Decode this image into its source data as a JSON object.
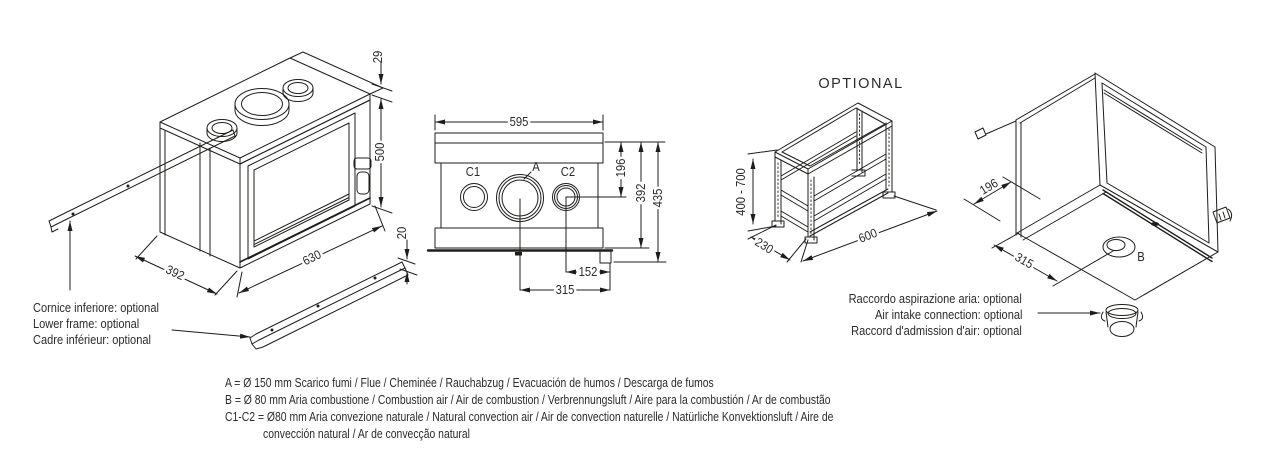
{
  "page": {
    "background": "#ffffff",
    "line_color": "#1d1d1b"
  },
  "left_view": {
    "dims": {
      "top_flange": "29",
      "height": "500",
      "width": "630",
      "depth": "392",
      "frame_height": "20"
    },
    "caption": [
      "Cornice inferiore: optional",
      "Lower frame: optional",
      "Cadre inférieur: optional"
    ]
  },
  "rear_view": {
    "dims": {
      "width": "595",
      "flue_offset": "196",
      "depth_total": "392",
      "height_total": "435",
      "c2_offset": "152",
      "flue_center": "315"
    },
    "port_labels": {
      "c1": "C1",
      "a": "A",
      "c2": "C2"
    }
  },
  "stand_view": {
    "title": "OPTIONAL",
    "dims": {
      "height_range": "400 - 700",
      "depth": "230",
      "width": "600"
    }
  },
  "bottom_view": {
    "dims": {
      "depth_offset": "196",
      "intake_offset": "315"
    },
    "port_labels": {
      "b": "B"
    },
    "caption": [
      "Raccordo aspirazione aria: optional",
      "Air intake connection: optional",
      "Raccord d'admission d'air: optional"
    ]
  },
  "legend": {
    "lines": [
      "A = Ø 150 mm  Scarico fumi / Flue / Cheminée / Rauchabzug / Evacuación de humos / Descarga de fumos",
      "B = Ø 80 mm  Aria combustione / Combustion air / Air de combustion / Verbrennungsluft / Aire para la combustión / Ar de combustão",
      "C1-C2 = Ø80 mm Aria convezione naturale / Natural convection air / Air de convection naturelle / Natürliche Konvektionsluft / Aire de",
      "convección natural / Ar de convecção natural"
    ]
  }
}
